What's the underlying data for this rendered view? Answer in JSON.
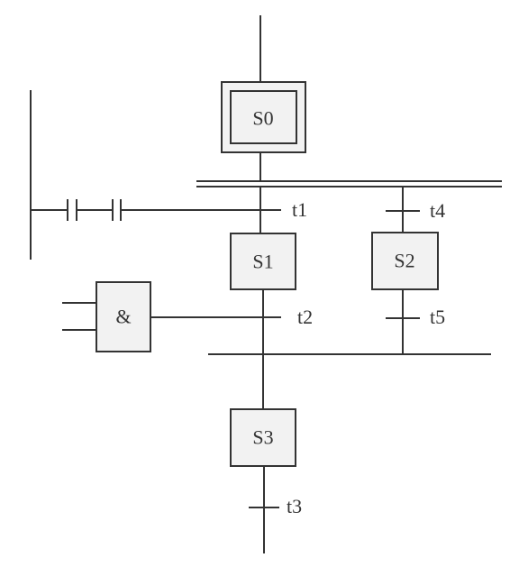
{
  "steps": {
    "initial": "S0",
    "s1": "S1",
    "s2": "S2",
    "s3": "S3"
  },
  "transitions": {
    "t1": "t1",
    "t2": "t2",
    "t3": "t3",
    "t4": "t4",
    "t5": "t5"
  },
  "logic_gate": {
    "and_symbol": "&"
  },
  "colors": {
    "line": "#333333",
    "box_fill": "#f2f2f2",
    "background": "#ffffff"
  }
}
